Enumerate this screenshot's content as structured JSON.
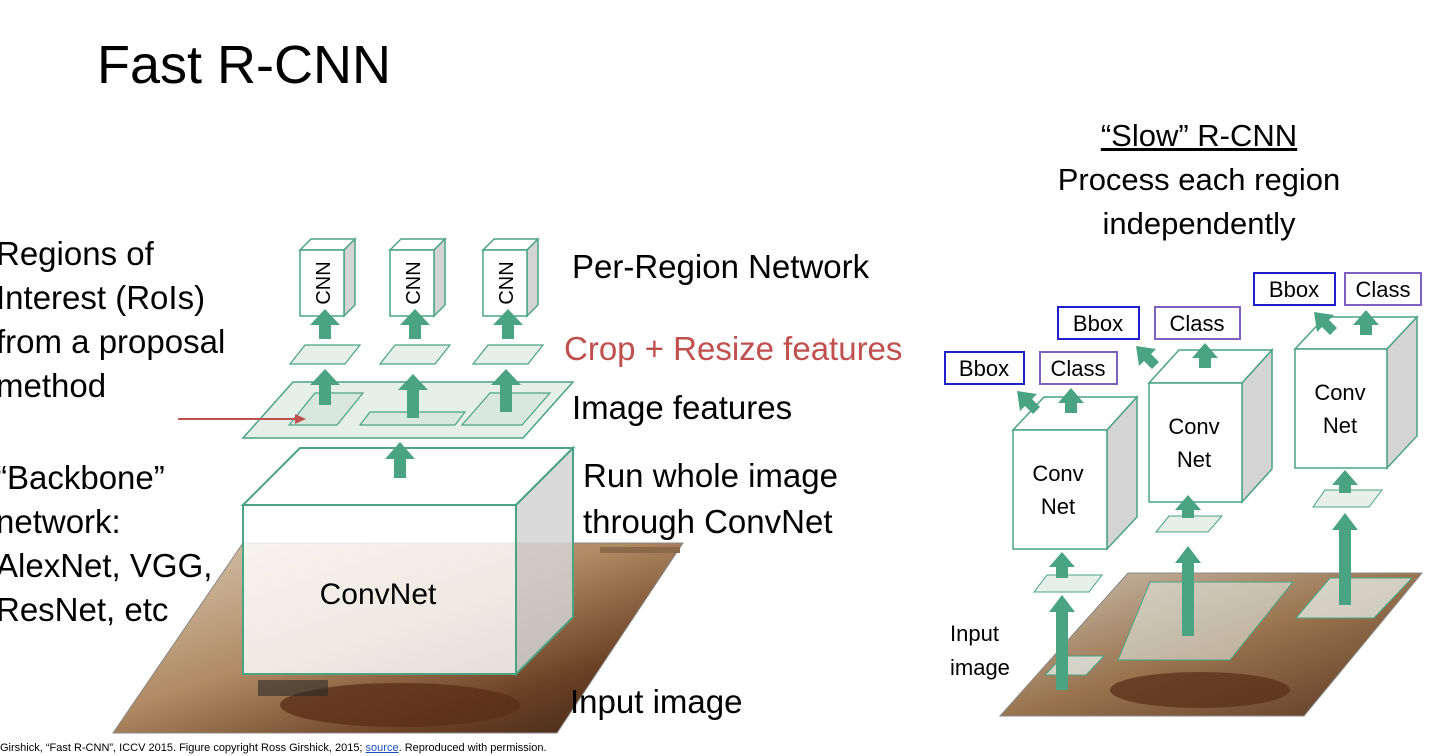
{
  "title": "Fast R-CNN",
  "left_labels": {
    "rois": [
      "Regions of",
      "Interest (RoIs)",
      "from a proposal",
      "method"
    ],
    "backbone": [
      "“Backbone”",
      "network:",
      "AlexNet, VGG,",
      "ResNet, etc"
    ]
  },
  "fast_diagram": {
    "per_region": "Per-Region Network",
    "crop_resize": "Crop + Resize features",
    "image_features": "Image features",
    "run_whole": [
      "Run whole image",
      "through ConvNet"
    ],
    "input_image": "Input image",
    "convnet": "ConvNet",
    "cnn_label": "CNN"
  },
  "slow_rcnn": {
    "title": "“Slow” R-CNN",
    "subtitle": [
      "Process each region",
      "independently"
    ],
    "bbox": "Bbox",
    "class": "Class",
    "conv": "Conv",
    "net": "Net",
    "input_image": [
      "Input",
      "image"
    ]
  },
  "citation": {
    "text": "Girshick, “Fast R-CNN”, ICCV 2015. Figure copyright Ross Girshick, 2015; ",
    "link": "source",
    "tail": ". Reproduced with permission."
  },
  "colors": {
    "arrow_fill": "#4aa383",
    "crop_text": "#c0504d",
    "bbox_border": "#1f1fcc",
    "class_border": "#7f5fbf",
    "feature_fill": "#e6efe9"
  }
}
